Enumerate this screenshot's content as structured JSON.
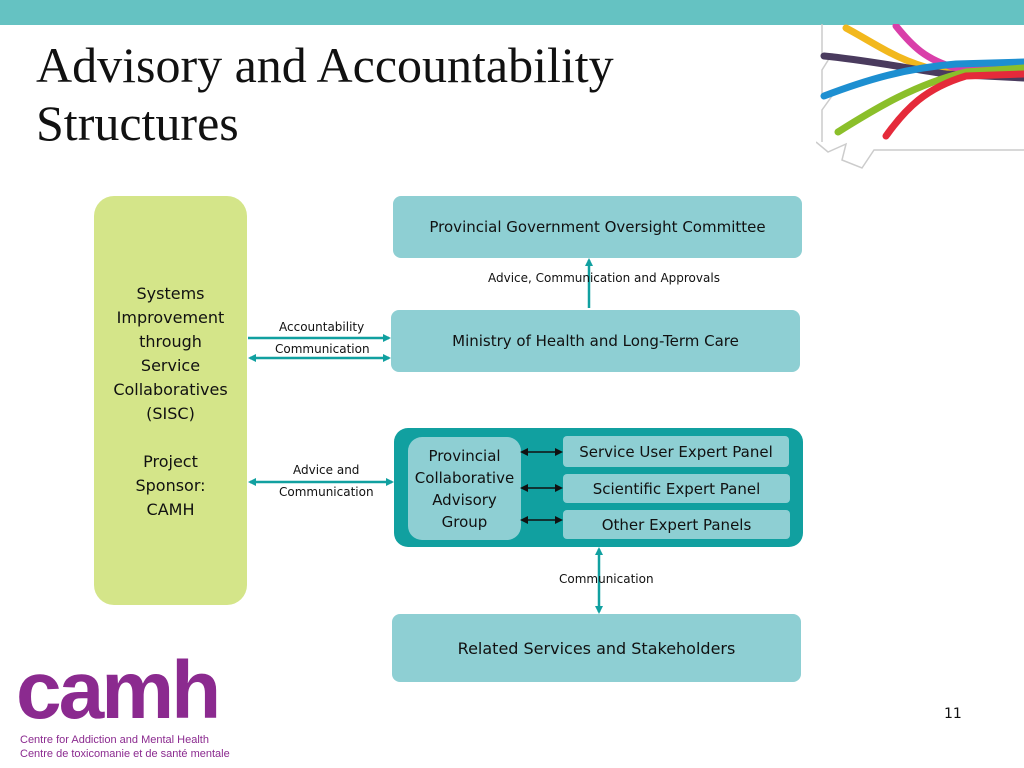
{
  "slide": {
    "title_line1": "Advisory and Accountability",
    "title_line2": "Structures",
    "page_number": "11"
  },
  "sisc": {
    "line1": "Systems",
    "line2": "Improvement",
    "line3": "through",
    "line4": "Service",
    "line5": "Collaboratives",
    "line6": "(SISC)",
    "sponsor1": "Project",
    "sponsor2": "Sponsor:",
    "sponsor3": "CAMH"
  },
  "boxes": {
    "oversight": "Provincial Government Oversight Committee",
    "ministry": "Ministry of Health and Long-Term Care",
    "pcag_line1": "Provincial",
    "pcag_line2": "Collaborative",
    "pcag_line3": "Advisory",
    "pcag_line4": "Group",
    "service_user_panel": "Service User Expert Panel",
    "scientific_panel": "Scientific Expert Panel",
    "other_panels": "Other Expert Panels",
    "stakeholders": "Related Services and Stakeholders"
  },
  "labels": {
    "advice_approvals": "Advice,  Communication and Approvals",
    "accountability": "Accountability",
    "communication1": "Communication",
    "advice_and": "Advice and",
    "communication2": "Communication",
    "communication3": "Communication"
  },
  "logo": {
    "wordmark": "camh",
    "line_en": "Centre for Addiction and Mental Health",
    "line_fr": "Centre de toxicomanie et de santé mentale"
  },
  "colors": {
    "topbar": "#65c2c2",
    "box_light": "#8ecfd3",
    "group_teal": "#11a0a0",
    "sisc_green": "#d4e589",
    "arrow": "#11a0a0",
    "camh_purple": "#8b2a8f"
  }
}
